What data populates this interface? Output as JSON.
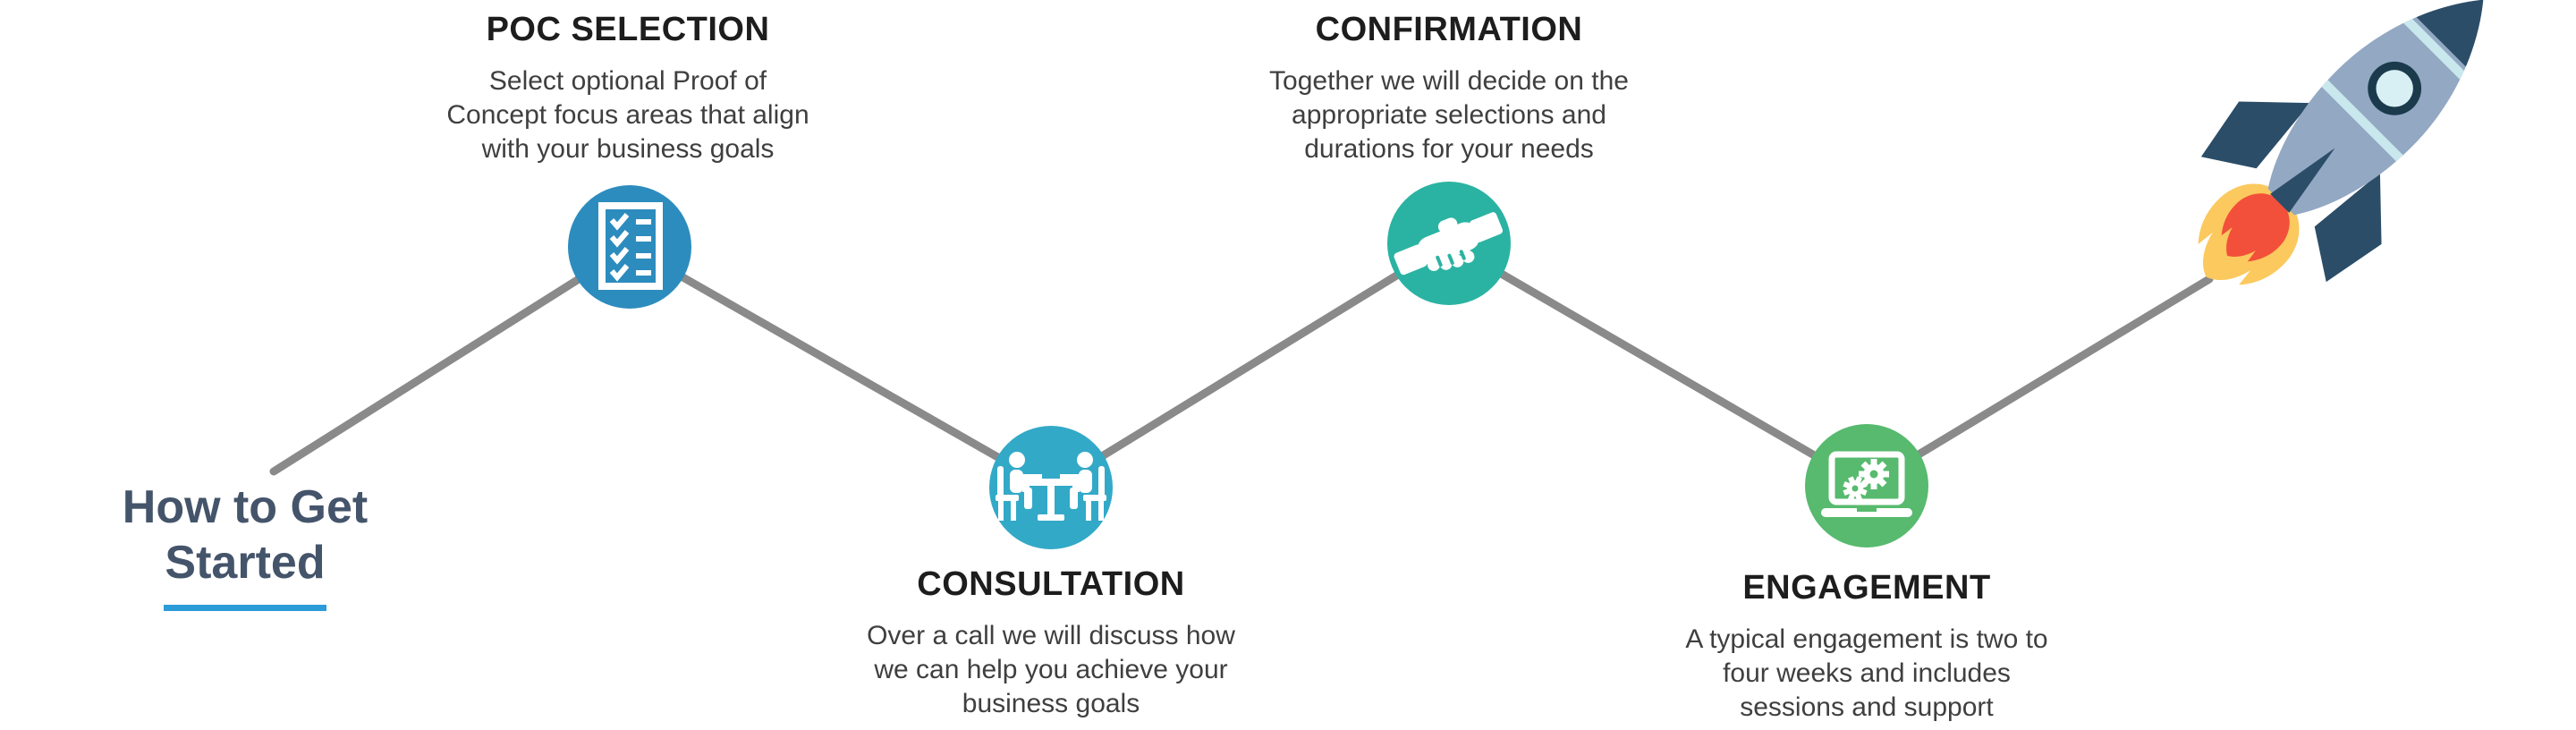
{
  "title": {
    "line1": "How to Get",
    "line2": "Started"
  },
  "colors": {
    "background": "#FFFFFF",
    "line": "#8A8A8A",
    "heading_text": "#1D1D1D",
    "body_text": "#3F3F3F",
    "title_text": "#44546A",
    "title_underline": "#2B9CD8",
    "icon": "#FFFFFF"
  },
  "steps": [
    {
      "id": "poc-selection",
      "heading": "POC SELECTION",
      "lines": [
        "Select optional Proof of",
        "Concept focus areas that align",
        "with your business goals"
      ],
      "icon": "checklist-icon",
      "color": "#2D8CBE",
      "position": "top"
    },
    {
      "id": "consultation",
      "heading": "CONSULTATION",
      "lines": [
        "Over a call we will discuss how",
        "we can help you achieve your",
        "business goals"
      ],
      "icon": "meeting-icon",
      "color": "#33A9C8",
      "position": "bottom"
    },
    {
      "id": "confirmation",
      "heading": "CONFIRMATION",
      "lines": [
        "Together we will decide on the",
        "appropriate selections and",
        "durations for your needs"
      ],
      "icon": "handshake-icon",
      "color": "#2AB3A2",
      "position": "top"
    },
    {
      "id": "engagement",
      "heading": "ENGAGEMENT",
      "lines": [
        "A typical engagement is two to",
        "four weeks and includes",
        "sessions and support"
      ],
      "icon": "laptop-gears-icon",
      "color": "#57BA6E",
      "position": "bottom"
    }
  ],
  "rocket": {
    "name": "rocket-illustration",
    "body": "#92A8C3",
    "fins": "#2B4D68",
    "window_ring": "#1B3A4C",
    "window_glass": "#D8F0F3",
    "stripes": "#C9E8ED",
    "flame_outer": "#FBC95D",
    "flame_inner": "#F2503B"
  }
}
